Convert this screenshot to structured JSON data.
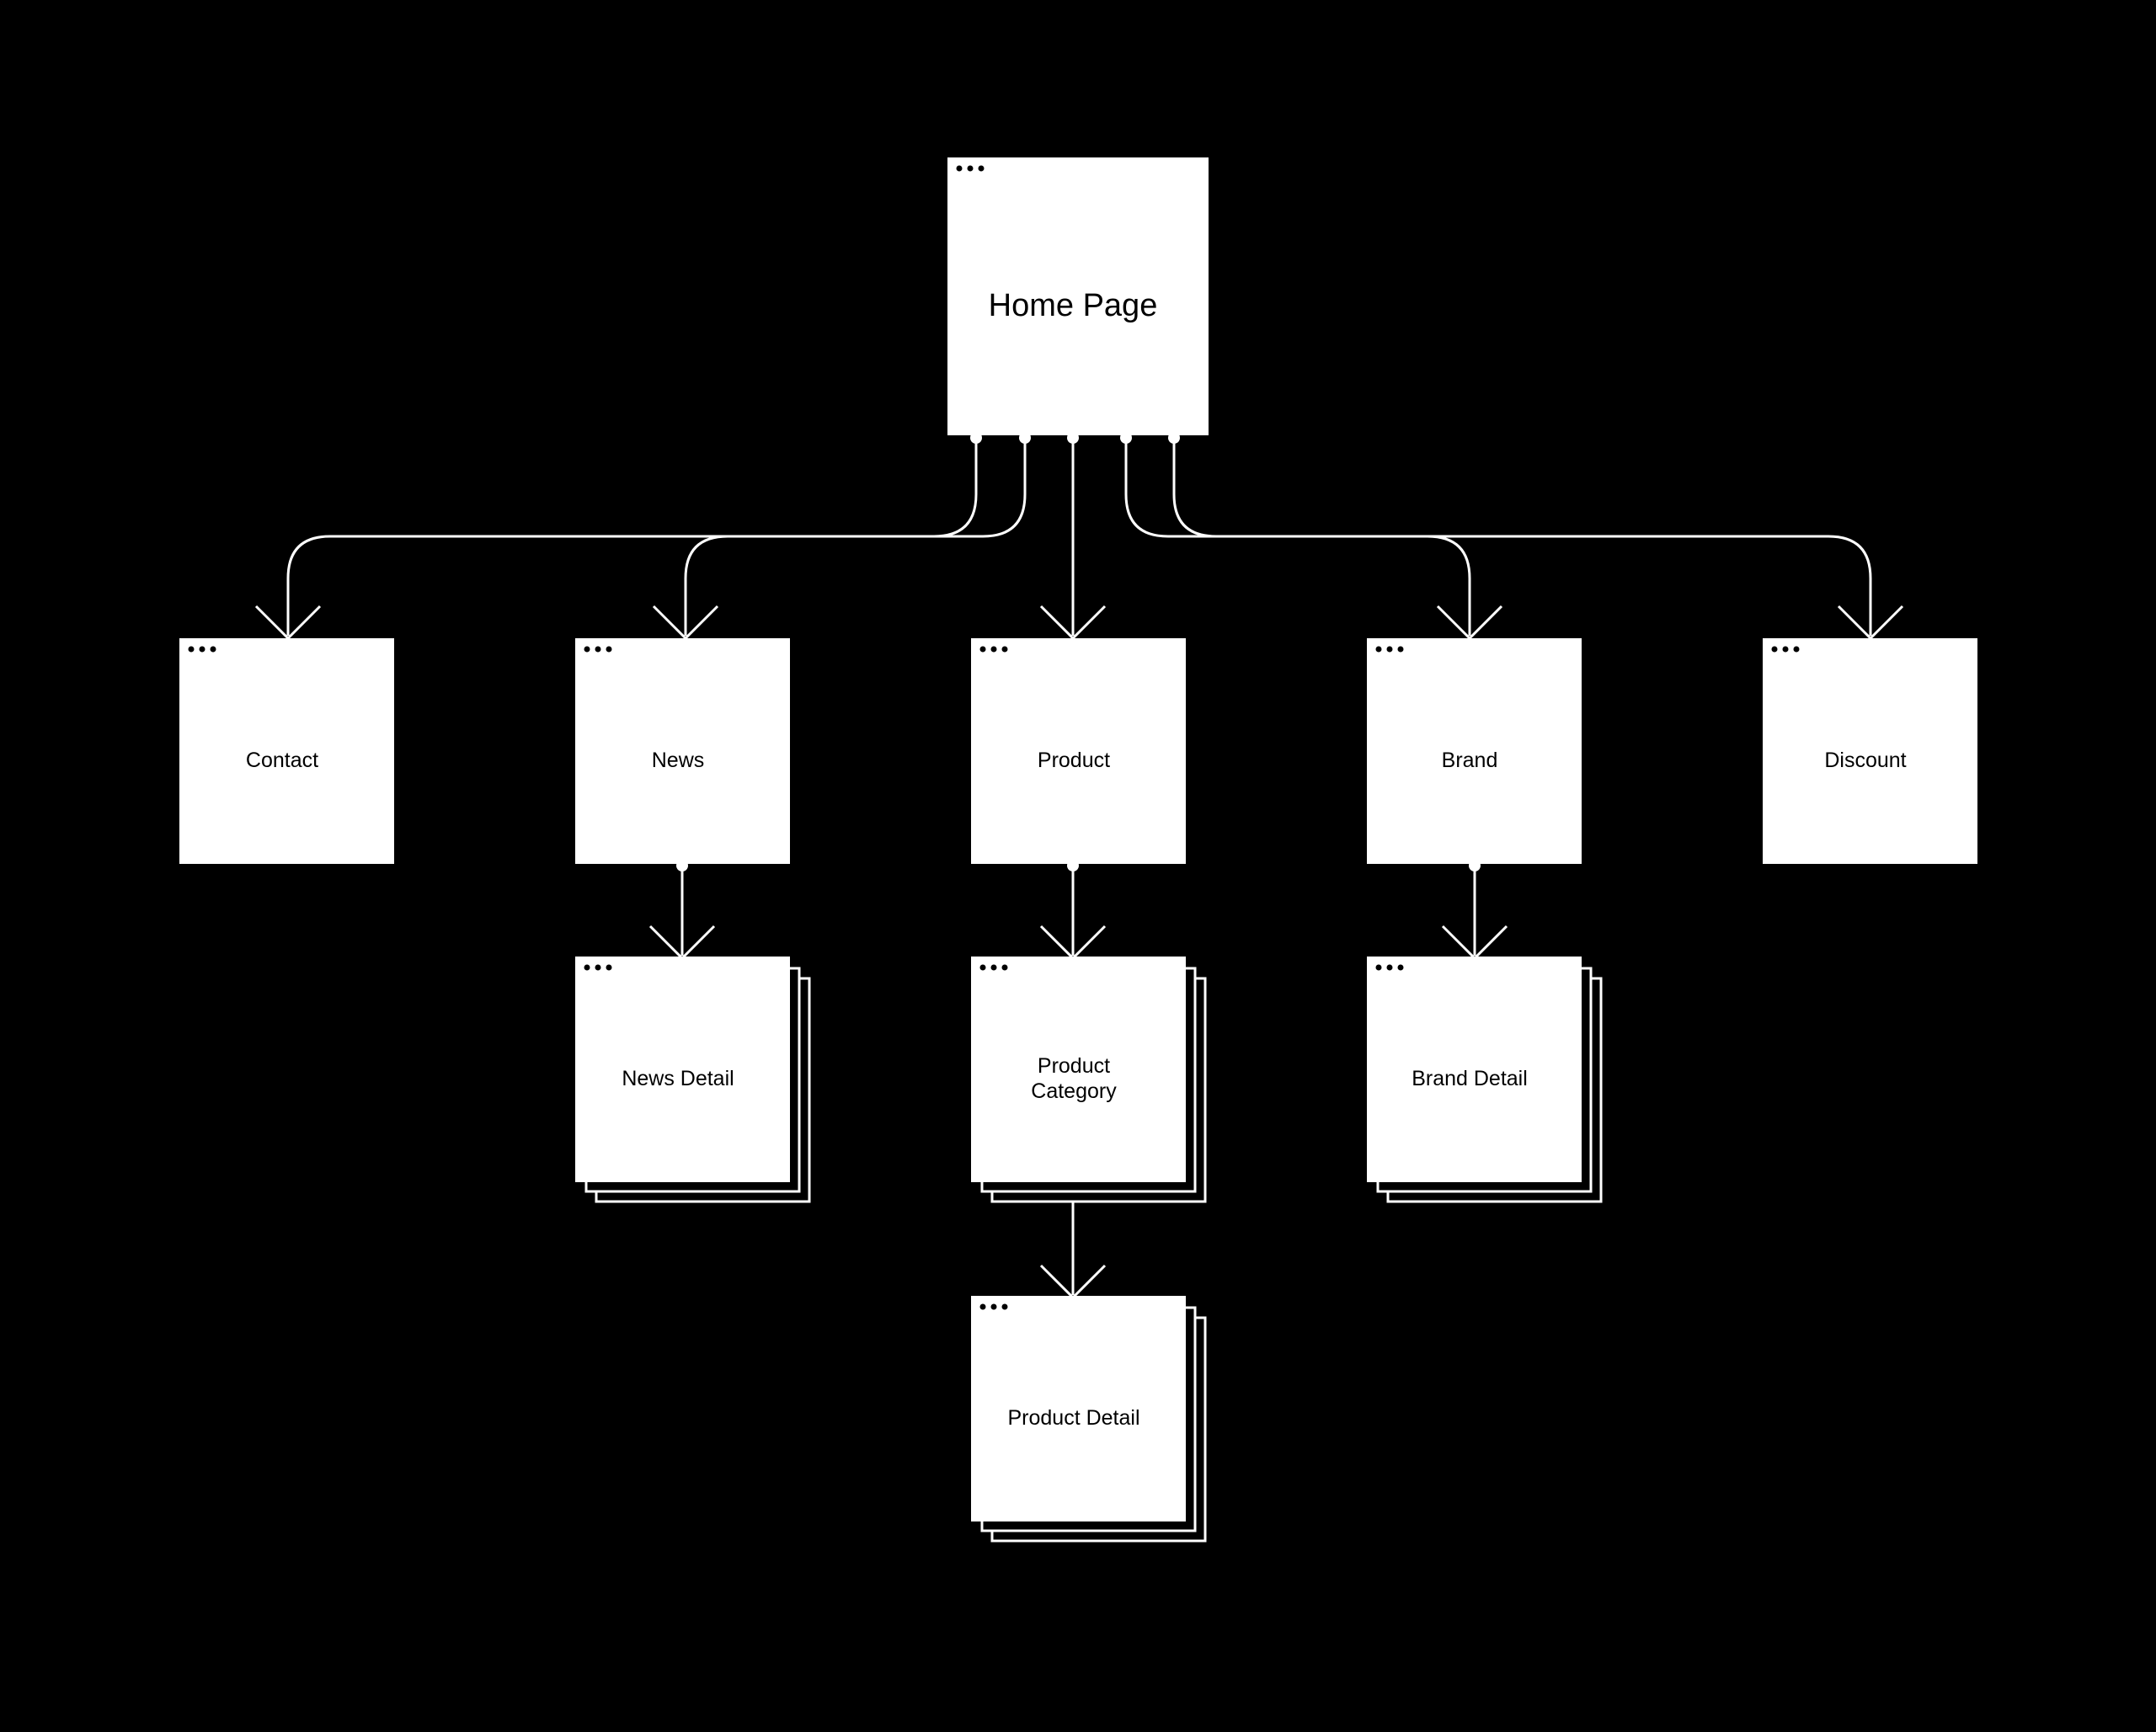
{
  "colors": {
    "background": "#000000",
    "node_fill": "#ffffff",
    "node_text": "#000000",
    "connector": "#ffffff"
  },
  "icon": "window-dots-icon",
  "nodes": {
    "home": {
      "label": "Home Page"
    },
    "contact": {
      "label": "Contact"
    },
    "news": {
      "label": "News"
    },
    "product": {
      "label": "Product"
    },
    "brand": {
      "label": "Brand"
    },
    "discount": {
      "label": "Discount"
    },
    "news_detail": {
      "label": "News Detail"
    },
    "product_category": {
      "label_line1": "Product",
      "label_line2": "Category"
    },
    "brand_detail": {
      "label": "Brand Detail"
    },
    "product_detail": {
      "label": "Product Detail"
    }
  }
}
